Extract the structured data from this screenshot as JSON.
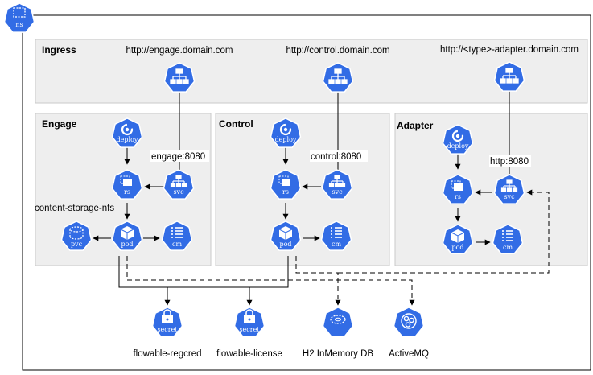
{
  "namespace": {
    "label": "ns"
  },
  "panels": {
    "ingress": {
      "label": "Ingress"
    },
    "engage": {
      "label": "Engage"
    },
    "control": {
      "label": "Control"
    },
    "adapter": {
      "label": "Adapter"
    }
  },
  "urls": {
    "engage": "http://engage.domain.com",
    "control": "http://control.domain.com",
    "adapter": "http://<type>-adapter.domain.com"
  },
  "ports": {
    "engage": "engage:8080",
    "control": "control:8080",
    "adapter": "http:8080"
  },
  "volume_label": "content-storage-nfs",
  "icon_captions": {
    "deploy": "deploy",
    "rs": "rs",
    "svc": "svc",
    "pod": "pod",
    "cm": "cm",
    "pvc": "pvc",
    "secret": "secret"
  },
  "shared_resources": [
    {
      "label": "flowable-regcred",
      "icon": "secret-icon"
    },
    {
      "label": "flowable-license",
      "icon": "secret-icon"
    },
    {
      "label": "H2 InMemory DB",
      "icon": "database-icon"
    },
    {
      "label": "ActiveMQ",
      "icon": "gear-cluster-icon"
    }
  ],
  "colors": {
    "k8s_blue": "#326ce5",
    "panel_fill": "#eeeeee",
    "panel_border": "#c9c9c9",
    "line": "#000000"
  }
}
